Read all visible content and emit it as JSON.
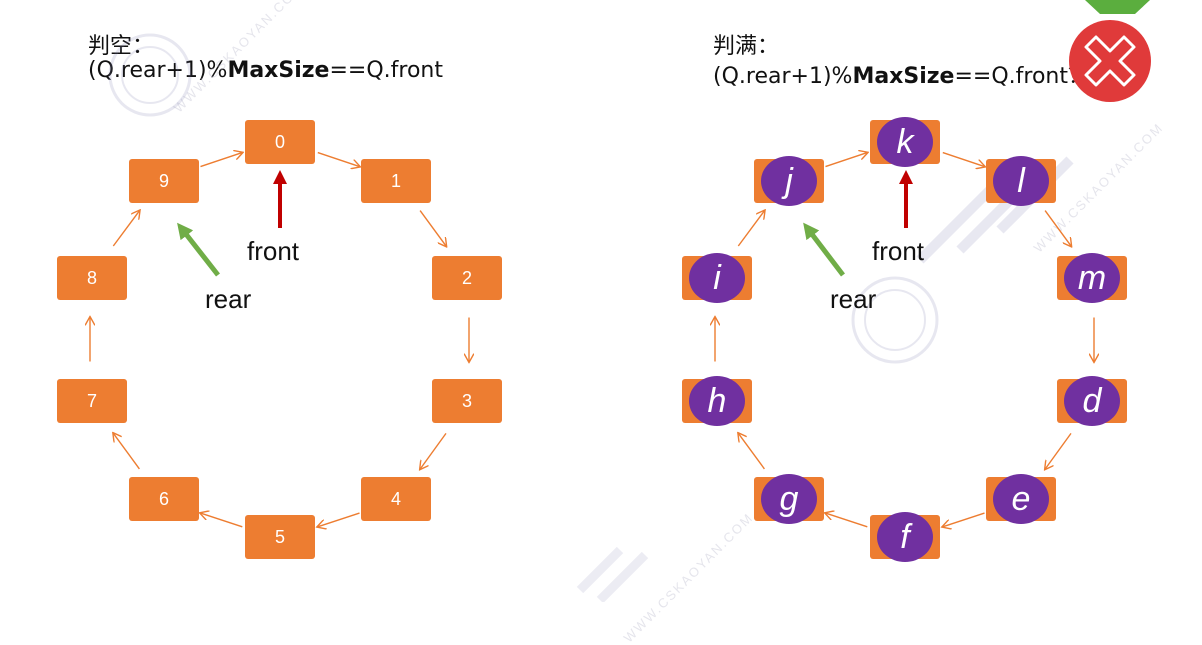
{
  "left": {
    "title_line1": "判空：",
    "title_expr_pre": "(Q.rear+1)%",
    "title_expr_bold": "MaxSize",
    "title_expr_post": "==Q.front",
    "cells": [
      "0",
      "1",
      "2",
      "3",
      "4",
      "5",
      "6",
      "7",
      "8",
      "9"
    ],
    "front_label": "front",
    "rear_label": "rear"
  },
  "right": {
    "title_line1": "判满：",
    "title_expr_pre": "(Q.rear+1)%",
    "title_expr_bold": "MaxSize",
    "title_expr_post": "==Q.front？",
    "elements": [
      "k",
      "l",
      "m",
      "d",
      "e",
      "f",
      "g",
      "h",
      "i",
      "j"
    ],
    "front_label": "front",
    "rear_label": "rear"
  },
  "icons": {
    "wrong": "close-circle-icon",
    "check": "check-icon"
  },
  "colors": {
    "cell": "#ED7D31",
    "element": "#7030A0",
    "front_arrow": "#C00000",
    "rear_arrow": "#70AD47",
    "ring_arrow": "#ED7D31",
    "wrong_icon": "#E03A3A"
  },
  "watermark": {
    "text": "WWW.CSKAOYAN.COM"
  }
}
